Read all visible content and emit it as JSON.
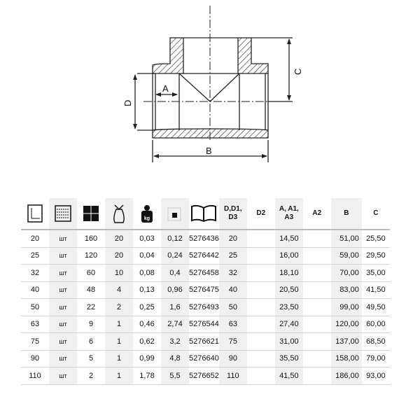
{
  "drawing": {
    "labels": {
      "a": "A",
      "b": "B",
      "c": "C",
      "d": "D"
    }
  },
  "table": {
    "icons": [
      "size-icon",
      "unit-abacus-icon",
      "box-quantity-icon",
      "bag-quantity-icon",
      "weight-kg-icon",
      "volume-icon",
      "catalog-book-icon"
    ],
    "kg_label": "kg",
    "headers": {
      "d": "D,D1,\nD3",
      "d2": "D2",
      "a": "A, A1,\nA3",
      "a2": "A2",
      "b": "B",
      "c": "C"
    },
    "rows": [
      [
        "20",
        "шт",
        "160",
        "20",
        "0,03",
        "0,12",
        "5276436",
        "20",
        "",
        "14,50",
        "",
        "51,00",
        "25,50"
      ],
      [
        "25",
        "шт",
        "120",
        "20",
        "0,04",
        "0,24",
        "5276442",
        "25",
        "",
        "16,00",
        "",
        "59,00",
        "29,50"
      ],
      [
        "32",
        "шт",
        "60",
        "10",
        "0,08",
        "0,4",
        "5276458",
        "32",
        "",
        "18,10",
        "",
        "70,00",
        "35,00"
      ],
      [
        "40",
        "шт",
        "48",
        "4",
        "0,13",
        "0,96",
        "5276475",
        "40",
        "",
        "20,50",
        "",
        "83,00",
        "41,50"
      ],
      [
        "50",
        "шт",
        "22",
        "2",
        "0,25",
        "1,6",
        "5276493",
        "50",
        "",
        "23,50",
        "",
        "99,00",
        "49,50"
      ],
      [
        "63",
        "шт",
        "9",
        "1",
        "0,46",
        "2,74",
        "5276544",
        "63",
        "",
        "27,40",
        "",
        "120,00",
        "60,00"
      ],
      [
        "75",
        "шт",
        "6",
        "1",
        "0,62",
        "3,2",
        "5276621",
        "75",
        "",
        "31,00",
        "",
        "137,00",
        "68,50"
      ],
      [
        "90",
        "шт",
        "5",
        "1",
        "0,99",
        "4,8",
        "5276640",
        "90",
        "",
        "35,50",
        "",
        "158,00",
        "79,00"
      ],
      [
        "110",
        "шт",
        "2",
        "1",
        "1,78",
        "5,5",
        "5276652",
        "110",
        "",
        "41,50",
        "",
        "186,00",
        "93,00"
      ]
    ]
  }
}
